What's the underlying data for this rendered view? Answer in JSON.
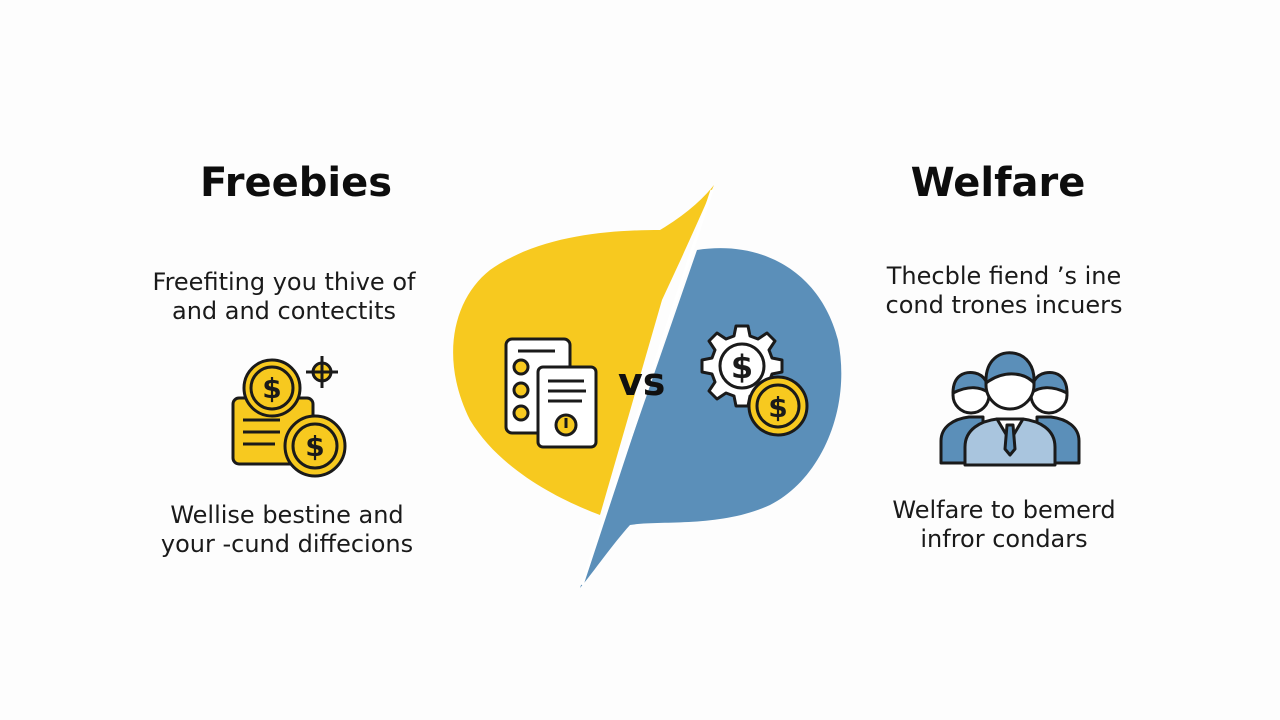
{
  "left": {
    "title": "Freebies",
    "top_text": [
      "Freefiting you thive of",
      "and  and contectits"
    ],
    "bottom_text": [
      "Wellise bestine and",
      "your -cund diffecions"
    ]
  },
  "right": {
    "title": "Welfare",
    "top_text": [
      "Thecble fiend ’s ine",
      "cond trones incuers"
    ],
    "bottom_text": [
      "Welfare to bemerd",
      "infror condars"
    ]
  },
  "center": {
    "vs_label": "vs",
    "currency_symbol": "$"
  },
  "icons": {
    "left": "coins-money-icon",
    "center_left": "documents-icon",
    "center_right": "gear-coin-icon",
    "right": "people-group-icon"
  },
  "colors": {
    "yellow": "#f7c91f",
    "blue": "#5b8fb9",
    "outline": "#1a1a1a",
    "people_fill": "#a9c5de"
  }
}
